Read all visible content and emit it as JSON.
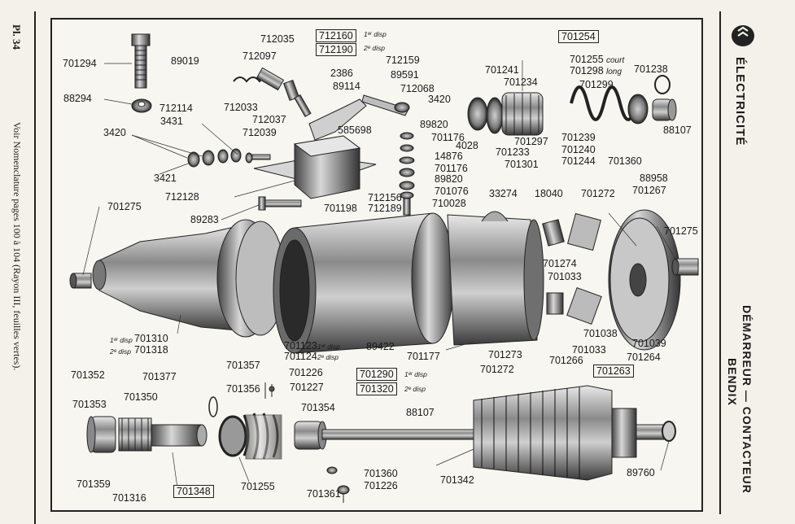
{
  "left_margin": {
    "plate": "Pl. 34",
    "reference": "Voir Nomenclature pages 100 à 104 (Rayon III, feuilles vertes)."
  },
  "right_margin": {
    "section": "ÉLECTRICITÉ",
    "title_line1": "DÉMARREUR — CONTACTEUR",
    "title_line2": "BENDIX",
    "logo_icon": "double-chevron-logo-icon"
  },
  "labels": {
    "p701294": "701294",
    "p88294": "88294",
    "p89019": "89019",
    "p712035": "712035",
    "p712097": "712097",
    "p712033": "712033",
    "p712114": "712114",
    "p3431": "3431",
    "p3420a": "3420",
    "p3421": "3421",
    "p712037": "712037",
    "p712039": "712039",
    "p712128": "712128",
    "p89283": "89283",
    "p712160": "712160",
    "p712190": "712190",
    "disp1": "1ᵉʳ disp",
    "disp2": "2ᵉ disp",
    "p712159": "712159",
    "p2386": "2386",
    "p89591": "89591",
    "p89114": "89114",
    "p712068": "712068",
    "p3420b": "3420",
    "p585698": "585698",
    "p89820a": "89820",
    "p701176a": "701176",
    "p4028": "4028",
    "p14876": "14876",
    "p701176b": "701176",
    "p89820b": "89820",
    "p701076": "701076",
    "p710028": "710028",
    "p712156": "712156",
    "p712189": "712189",
    "p701198": "701198",
    "p701254": "701254",
    "p701241": "701241",
    "p701234": "701234",
    "p701255": "701255",
    "court": "court",
    "p701298": "701298",
    "long": "long",
    "p701238": "701238",
    "p701299": "701299",
    "p701297": "701297",
    "p701233": "701233",
    "p701301": "701301",
    "p701239": "701239",
    "p701240": "701240",
    "p701244": "701244",
    "p701360a": "701360",
    "p88107a": "88107",
    "p33274": "33274",
    "p18040": "18040",
    "p701272a": "701272",
    "p88958": "88958",
    "p701267": "701267",
    "p701275a": "701275",
    "p701275b": "701275",
    "p701274": "701274",
    "p701033a": "701033",
    "p701310": "701310",
    "p701318": "701318",
    "p701123": "701123",
    "p701124": "701124",
    "p89422": "89422",
    "p701177": "701177",
    "p701273": "701273",
    "p701272b": "701272",
    "p701266": "701266",
    "p701038": "701038",
    "p701033b": "701033",
    "p701039": "701039",
    "p701264": "701264",
    "p701263": "701263",
    "p701290": "701290",
    "p701320": "701320",
    "p701357": "701357",
    "p701352": "701352",
    "p701377": "701377",
    "p701226a": "701226",
    "p701356": "701356",
    "p701227": "701227",
    "p701353": "701353",
    "p701350": "701350",
    "p701354": "701354",
    "p88107b": "88107",
    "p701359": "701359",
    "p701316": "701316",
    "p701348": "701348",
    "p701255b": "701255",
    "p701360b": "701360",
    "p701226b": "701226",
    "p701361": "701361",
    "p701342": "701342",
    "p89760": "89760"
  }
}
